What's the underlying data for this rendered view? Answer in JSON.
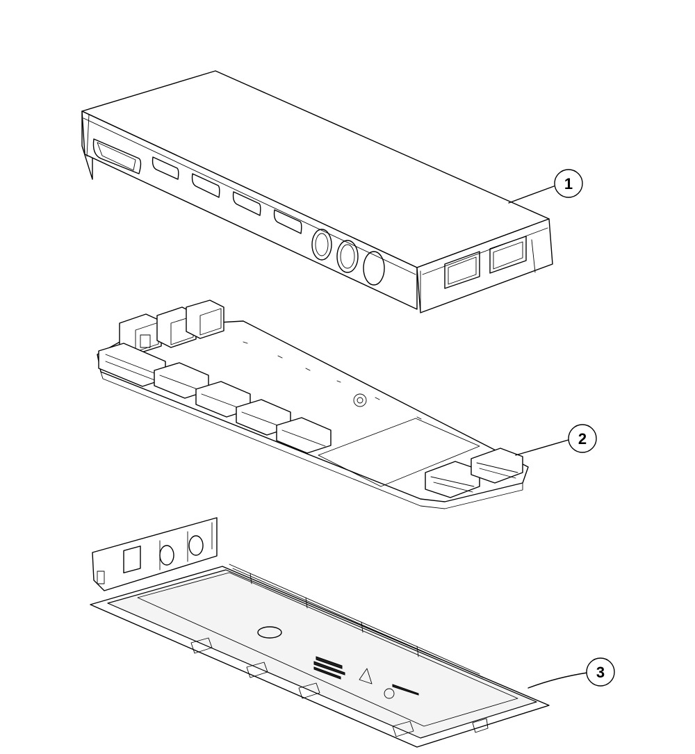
{
  "callouts": [
    {
      "number": "1",
      "part": "top-cover"
    },
    {
      "number": "2",
      "part": "circuit-board-assembly"
    },
    {
      "number": "3",
      "part": "bottom-base"
    }
  ]
}
